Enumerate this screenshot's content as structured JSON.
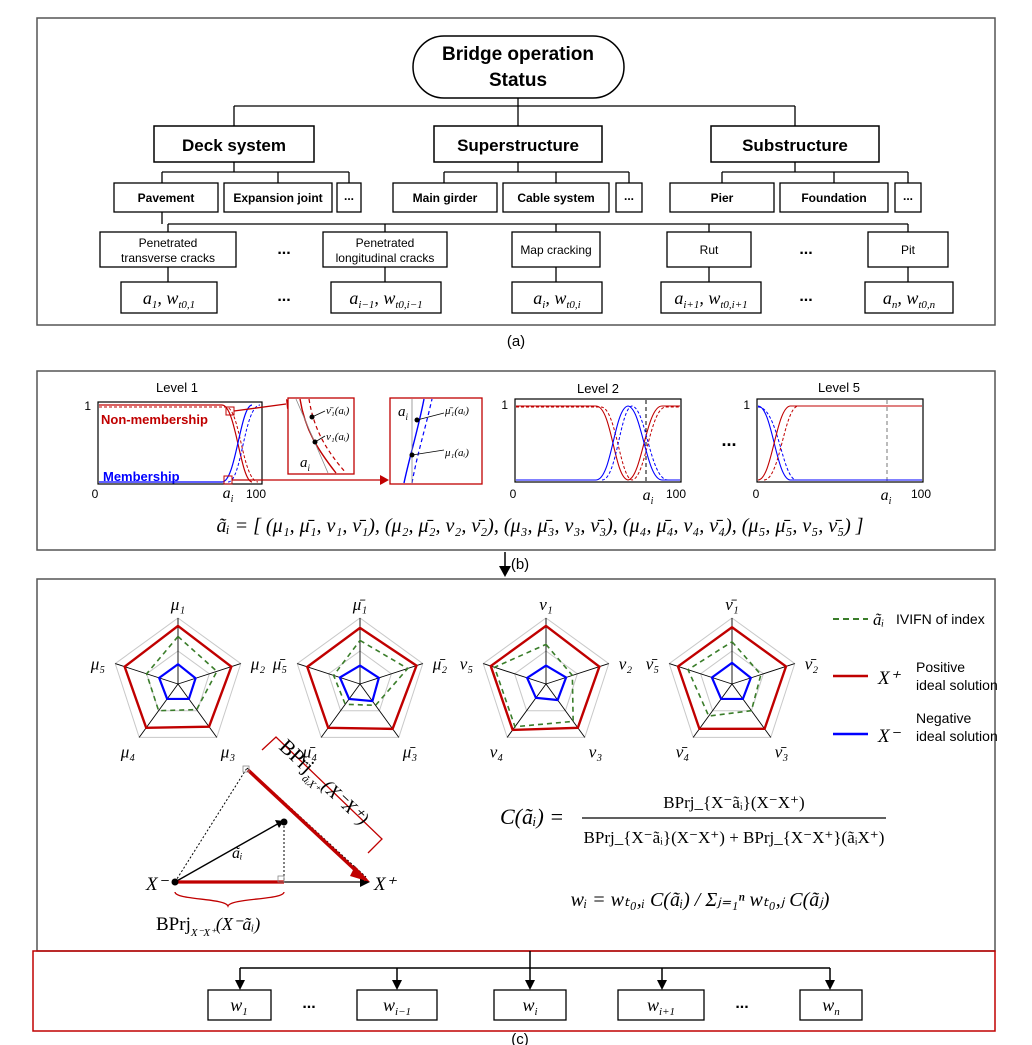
{
  "panel_a": {
    "root_line1": "Bridge operation",
    "root_line2": "Status",
    "systems": [
      "Deck system",
      "Superstructure",
      "Substructure"
    ],
    "components": [
      "Pavement",
      "Expansion joint",
      "...",
      "Main girder",
      "Cable system",
      "...",
      "Pier",
      "Foundation",
      "..."
    ],
    "indices": [
      {
        "line1": "Penetrated",
        "line2": "transverse cracks"
      },
      {
        "line1": "Penetrated",
        "line2": "longitudinal cracks"
      },
      {
        "line1": "Map cracking",
        "line2": ""
      },
      {
        "line1": "Rut",
        "line2": ""
      },
      {
        "line1": "Pit",
        "line2": ""
      }
    ],
    "ellipsis": "...",
    "weights": [
      {
        "a": "a",
        "asub": "1",
        "w": "w",
        "wsub": "t0,1"
      },
      {
        "a": "a",
        "asub": "i−1",
        "w": "w",
        "wsub": "t0,i−1"
      },
      {
        "a": "a",
        "asub": "i",
        "w": "w",
        "wsub": "t0,i"
      },
      {
        "a": "a",
        "asub": "i+1",
        "w": "w",
        "wsub": "t0,i+1"
      },
      {
        "a": "a",
        "asub": "n",
        "w": "w",
        "wsub": "t0,n"
      }
    ],
    "caption": "(a)"
  },
  "panel_b": {
    "levels": [
      "Level 1",
      "Level 2",
      "Level 5"
    ],
    "non_membership": "Non-membership",
    "membership": "Membership",
    "tick_1": "1",
    "tick_0": "0",
    "tick_100": "100",
    "ai_label": "a",
    "ai_sub": "i",
    "zoom_labels": [
      "ν̄₁(aᵢ)",
      "ν₁(aᵢ)",
      "μ̄₁(aᵢ)",
      "μ₁(aᵢ)"
    ],
    "ellipsis": "...",
    "formula": "ãᵢ = [ (μ₁, μ̄₁, ν₁, ν̄₁), (μ₂, μ̄₂, ν₂, ν̄₂), (μ₃, μ̄₃, ν₃, ν̄₃), (μ₄, μ̄₄, ν₄, ν̄₄), (μ₅, μ̄₅, ν₅, ν̄₅) ]",
    "caption": "(b)"
  },
  "panel_c": {
    "radars": [
      {
        "labels": [
          "μ₁",
          "μ₂",
          "μ₃",
          "μ₄",
          "μ₅"
        ]
      },
      {
        "labels": [
          "μ̄₁",
          "μ̄₂",
          "μ̄₃",
          "μ̄₄",
          "μ̄₅"
        ]
      },
      {
        "labels": [
          "ν₁",
          "ν₂",
          "ν₃",
          "ν₄",
          "ν₅"
        ]
      },
      {
        "labels": [
          "ν̄₁",
          "ν̄₂",
          "ν̄₃",
          "ν̄₄",
          "ν̄₅"
        ]
      }
    ],
    "legend": [
      {
        "symbol": "ãᵢ",
        "text1": "IVIFN of index",
        "text2": "",
        "color": "#3a7d2a",
        "dash": true
      },
      {
        "symbol": "X⁺",
        "text1": "Positive",
        "text2": "ideal solution",
        "color": "#c00000",
        "dash": false
      },
      {
        "symbol": "X⁻",
        "text1": "Negative",
        "text2": "ideal solution",
        "color": "#0000ff",
        "dash": false
      }
    ],
    "proj_top": "BPrj",
    "proj_top_sub": "ãᵢX⁺",
    "proj_top_arg": "(X⁻X⁺)",
    "proj_bottom": "BPrj",
    "proj_bottom_sub": "X⁻X⁺",
    "proj_bottom_arg": "(X⁻ãᵢ)",
    "x_minus": "X⁻",
    "x_plus": "X⁺",
    "ai_vec": "ãᵢ",
    "eq1_lhs": "C(ãᵢ) =",
    "eq1_num": "BPrj_{X⁻ãᵢ}(X⁻X⁺)",
    "eq1_den": "BPrj_{X⁻ãᵢ}(X⁻X⁺) + BPrj_{X⁻X⁺}(ãᵢX⁺)",
    "eq2": "wᵢ = wₜ₀,ᵢ C(ãᵢ) / Σⱼ₌₁ⁿ wₜ₀,ⱼ C(ãⱼ)",
    "outputs": [
      {
        "w": "w",
        "sub": "1"
      },
      {
        "w": "w",
        "sub": "i−1"
      },
      {
        "w": "w",
        "sub": "i"
      },
      {
        "w": "w",
        "sub": "i+1"
      },
      {
        "w": "w",
        "sub": "n"
      }
    ],
    "ellipsis": "...",
    "caption": "(c)"
  },
  "colors": {
    "red": "#c00000",
    "blue": "#0000ff",
    "green": "#3a7d2a",
    "frame": "#555555"
  }
}
